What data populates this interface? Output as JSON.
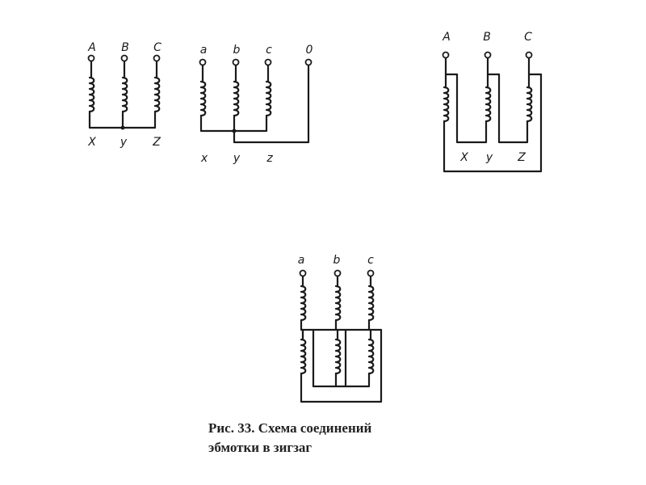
{
  "figure": {
    "caption": {
      "line1": "Рис. 33. Схема соединений",
      "line2": "эбмотки в зигзаг"
    }
  },
  "diagrams": {
    "star_high_voltage": {
      "terminal_labels": [
        "A",
        "B",
        "C"
      ],
      "end_labels": [
        "X",
        "y",
        "Z"
      ]
    },
    "star_low_voltage_neutral": {
      "terminal_labels": [
        "a",
        "b",
        "c",
        "0"
      ],
      "end_labels": [
        "x",
        "y",
        "z"
      ]
    },
    "delta": {
      "terminal_labels": [
        "A",
        "B",
        "C"
      ],
      "end_labels": [
        "X",
        "y",
        "Z"
      ]
    },
    "zigzag": {
      "terminal_labels": [
        "a",
        "b",
        "c"
      ]
    }
  }
}
